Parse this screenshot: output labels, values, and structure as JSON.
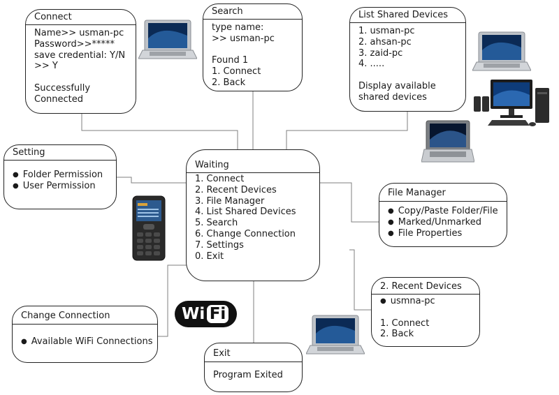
{
  "nodes": {
    "connect": {
      "title": "Connect",
      "lines": [
        "Name>> usman-pc",
        "Password>>*****",
        "save credential: Y/N",
        ">> Y",
        "",
        "Successfully",
        "Connected"
      ]
    },
    "search": {
      "title": "Search",
      "lines": [
        "type name:",
        ">> usman-pc",
        "",
        "Found 1",
        "1. Connect",
        "2. Back"
      ]
    },
    "list_shared": {
      "title": "List Shared Devices",
      "lines": [
        "1. usman-pc",
        "2. ahsan-pc",
        "3. zaid-pc",
        "4. .....",
        "",
        "Display available",
        "shared devices"
      ]
    },
    "setting": {
      "title": "Setting",
      "bullets": [
        "Folder Permission",
        "User Permission"
      ]
    },
    "waiting": {
      "title": "Waiting",
      "lines": [
        "1. Connect",
        "2. Recent Devices",
        "3. File Manager",
        "4. List Shared Devices",
        "5. Search",
        "6. Change Connection",
        "7. Settings",
        "0. Exit"
      ]
    },
    "file_manager": {
      "title": "File Manager",
      "bullets": [
        "Copy/Paste Folder/File",
        "Marked/Unmarked",
        "File Properties"
      ]
    },
    "recent": {
      "title": "2. Recent Devices",
      "bullets": [
        "usmna-pc"
      ],
      "lines": [
        "",
        "1. Connect",
        "2. Back"
      ]
    },
    "change_conn": {
      "title": "Change Connection",
      "bullets": [
        "Available WiFi Connections"
      ]
    },
    "exit": {
      "title": "Exit",
      "lines": [
        "Program Exited"
      ]
    }
  },
  "wifi_logo": {
    "part1": "Wi",
    "part2": "Fi"
  },
  "colors": {
    "border": "#222222",
    "connector": "#7f7f7f",
    "text": "#1a1a1a"
  },
  "icons": [
    "laptop-icon",
    "desktop-computer-icon",
    "mobile-phone-icon",
    "wifi-logo"
  ]
}
